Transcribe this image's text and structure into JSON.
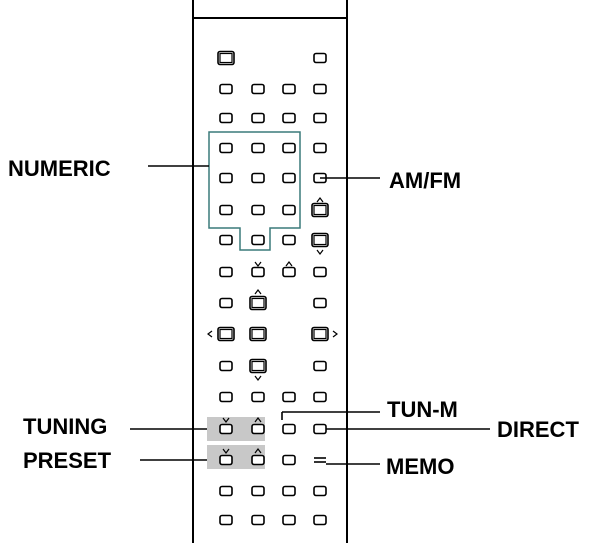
{
  "labels": {
    "numeric": "NUMERIC",
    "am_fm": "AM/FM",
    "tuning": "TUNING",
    "preset": "PRESET",
    "tun_m": "TUN-M",
    "direct": "DIRECT",
    "memo": "MEMO"
  },
  "colors": {
    "outline": "#000000",
    "numeric_group_outline": "#3a7a7a",
    "highlight": "#c8c8c8"
  }
}
